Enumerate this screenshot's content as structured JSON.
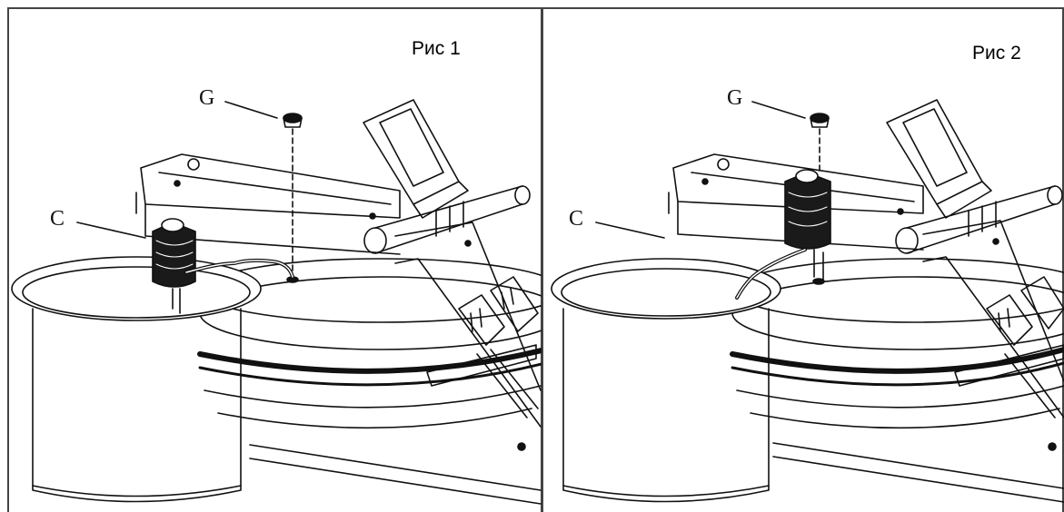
{
  "panels": [
    {
      "caption": "Рис 1",
      "label_g": "G",
      "label_c": "C"
    },
    {
      "caption": "Рис 2",
      "label_g": "G",
      "label_c": "C"
    }
  ],
  "colors": {
    "line": "#111111",
    "frame": "#444444",
    "background": "#ffffff"
  }
}
